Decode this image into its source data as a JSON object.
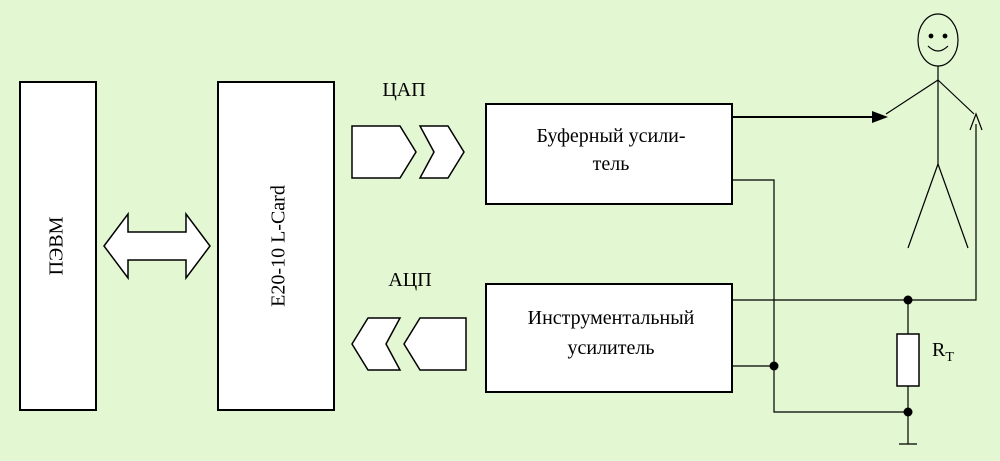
{
  "background_color": "#e2f7d2",
  "blocks": {
    "pc": {
      "label": "ПЭВМ"
    },
    "adc_dac_board": {
      "label": "E20-10  L-Card"
    },
    "buffer_amp": {
      "line1": "Буферный усили-",
      "line2": "тель"
    },
    "instr_amp": {
      "line1": "Инструментальный",
      "line2": "усилитель"
    }
  },
  "signals": {
    "dac": "ЦАП",
    "adc": "АЦП"
  },
  "resistor": {
    "label_main": "R",
    "label_sub": "T"
  },
  "icons": {
    "bidirectional_arrow": "double-headed-arrow-icon",
    "dac_chevrons": "chevron-right-icon",
    "adc_chevrons": "chevron-left-icon",
    "person": "stick-figure-person-icon",
    "ground": "ground-icon"
  }
}
